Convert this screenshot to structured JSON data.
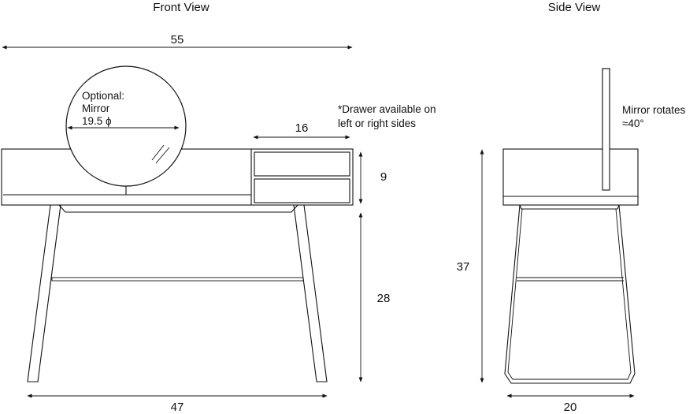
{
  "views": {
    "front": "Front View",
    "side": "Side View"
  },
  "dimensions": {
    "overall_width": "55",
    "drawer_width": "16",
    "drawer_height": "9",
    "leg_height": "28",
    "base_width": "47",
    "total_height": "37",
    "depth": "20"
  },
  "notes": {
    "mirror_line1": "Optional:",
    "mirror_line2": "Mirror",
    "mirror_diameter": "19.5 ϕ",
    "drawer_line1": "*Drawer available on",
    "drawer_line2": "left or right sides",
    "rotate_line1": "Mirror rotates",
    "rotate_line2": "≈40°"
  }
}
